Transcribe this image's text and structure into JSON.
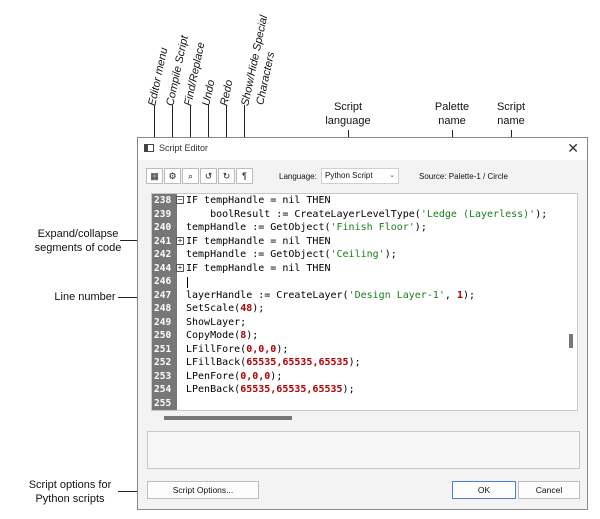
{
  "callouts": {
    "editor_menu": "Editor menu",
    "compile_script": "Compile Script",
    "find_replace": "Find/Replace",
    "undo": "Undo",
    "redo": "Redo",
    "show_hide_line1": "Show/Hide Special",
    "show_hide_line2": "Characters",
    "script_language": "Script\nlanguage",
    "palette_name": "Palette\nname",
    "script_name": "Script\nname",
    "expand_collapse": "Expand/collapse\nsegments of code",
    "line_number": "Line number",
    "script_options_note": "Script options for\nPython scripts"
  },
  "dialog": {
    "title": "Script Editor",
    "toolbar": {
      "editor_menu_icon": "script-menu-icon",
      "compile_icon": "gear-icon",
      "find_icon": "magnifier-icon",
      "undo_icon": "undo-icon",
      "redo_icon": "redo-icon",
      "special_chars_icon": "pilcrow-icon"
    },
    "language_label": "Language:",
    "language_value": "Python Script",
    "source_label": "Source: Palette-1 / Circle",
    "buttons": {
      "script_options": "Script Options...",
      "ok": "OK",
      "cancel": "Cancel"
    }
  },
  "code_lines": [
    {
      "num": "238",
      "fold": "−",
      "code": "IF tempHandle = nil THEN"
    },
    {
      "num": "239",
      "fold": "",
      "code": "    boolResult := CreateLayerLevelType(",
      "str": "'Ledge (Layerless)'",
      "tail": ");"
    },
    {
      "num": "240",
      "fold": "",
      "code": "tempHandle := GetObject(",
      "str": "'Finish Floor'",
      "tail": ");"
    },
    {
      "num": "241",
      "fold": "+",
      "code": "IF tempHandle = nil THEN"
    },
    {
      "num": "242",
      "fold": "",
      "code": "tempHandle := GetObject(",
      "str": "'Ceiling'",
      "tail": ");"
    },
    {
      "num": "244",
      "fold": "+",
      "code": "IF tempHandle = nil THEN"
    },
    {
      "num": "246",
      "fold": "",
      "code": ""
    },
    {
      "num": "247",
      "fold": "",
      "code": "layerHandle := CreateLayer(",
      "str": "'Design Layer-1'",
      "tail": ", ",
      "n": "1",
      "tail2": ");"
    },
    {
      "num": "248",
      "fold": "",
      "code": "SetScale(",
      "n": "48",
      "tail2": ");"
    },
    {
      "num": "249",
      "fold": "",
      "code": "ShowLayer;"
    },
    {
      "num": "250",
      "fold": "",
      "code": "CopyMode(",
      "n": "8",
      "tail2": ");"
    },
    {
      "num": "251",
      "fold": "",
      "code": "LFillFore(",
      "n": "0,0,0",
      "tail2": ");"
    },
    {
      "num": "252",
      "fold": "",
      "code": "LFillBack(",
      "n": "65535,65535,65535",
      "tail2": ");"
    },
    {
      "num": "253",
      "fold": "",
      "code": "LPenFore(",
      "n": "0,0,0",
      "tail2": ");"
    },
    {
      "num": "254",
      "fold": "",
      "code": "LPenBack(",
      "n": "65535,65535,65535",
      "tail2": ");"
    },
    {
      "num": "255",
      "fold": "",
      "code": ""
    }
  ],
  "colors": {
    "gutter": "#777777",
    "string": "#1a7d1a",
    "number": "#b20000",
    "ok_border": "#4a7fd0"
  }
}
